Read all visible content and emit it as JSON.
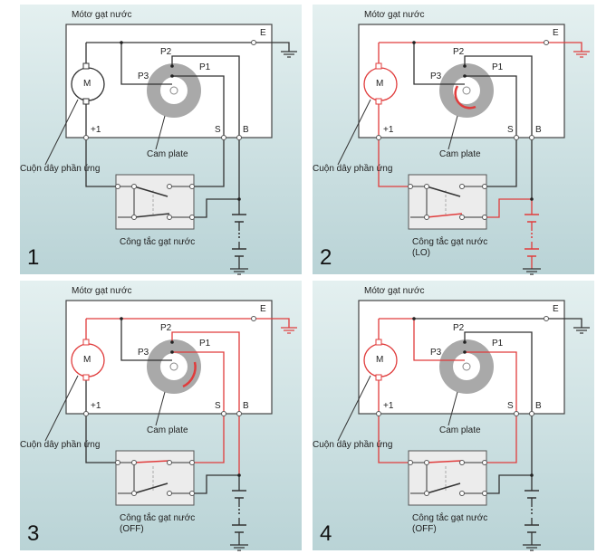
{
  "colors": {
    "wire": "#333333",
    "active": "#e03c3c",
    "cam": "#a9a9a9",
    "box": "#ffffff"
  },
  "panels": [
    {
      "number": "1",
      "title": "Mótơ gạt nước",
      "switch_label": "Công tắc gạt nước",
      "switch_mode": ""
    },
    {
      "number": "2",
      "title": "Mótơ gạt nước",
      "switch_label": "Công tắc gạt nước",
      "switch_mode": "(LO)"
    },
    {
      "number": "3",
      "title": "Mótơ gạt nước",
      "switch_label": "Công tắc gạt nước",
      "switch_mode": "(OFF)"
    },
    {
      "number": "4",
      "title": "Mótơ gạt nước",
      "switch_label": "Công tắc gạt nước",
      "switch_mode": "(OFF)"
    }
  ],
  "labels": {
    "motor": "M",
    "e": "E",
    "p1": "P1",
    "p2": "P2",
    "p3": "P3",
    "plus1": "+1",
    "s": "S",
    "b": "B",
    "cam": "Cam plate",
    "coil": "Cuộn dây phần ứng"
  }
}
